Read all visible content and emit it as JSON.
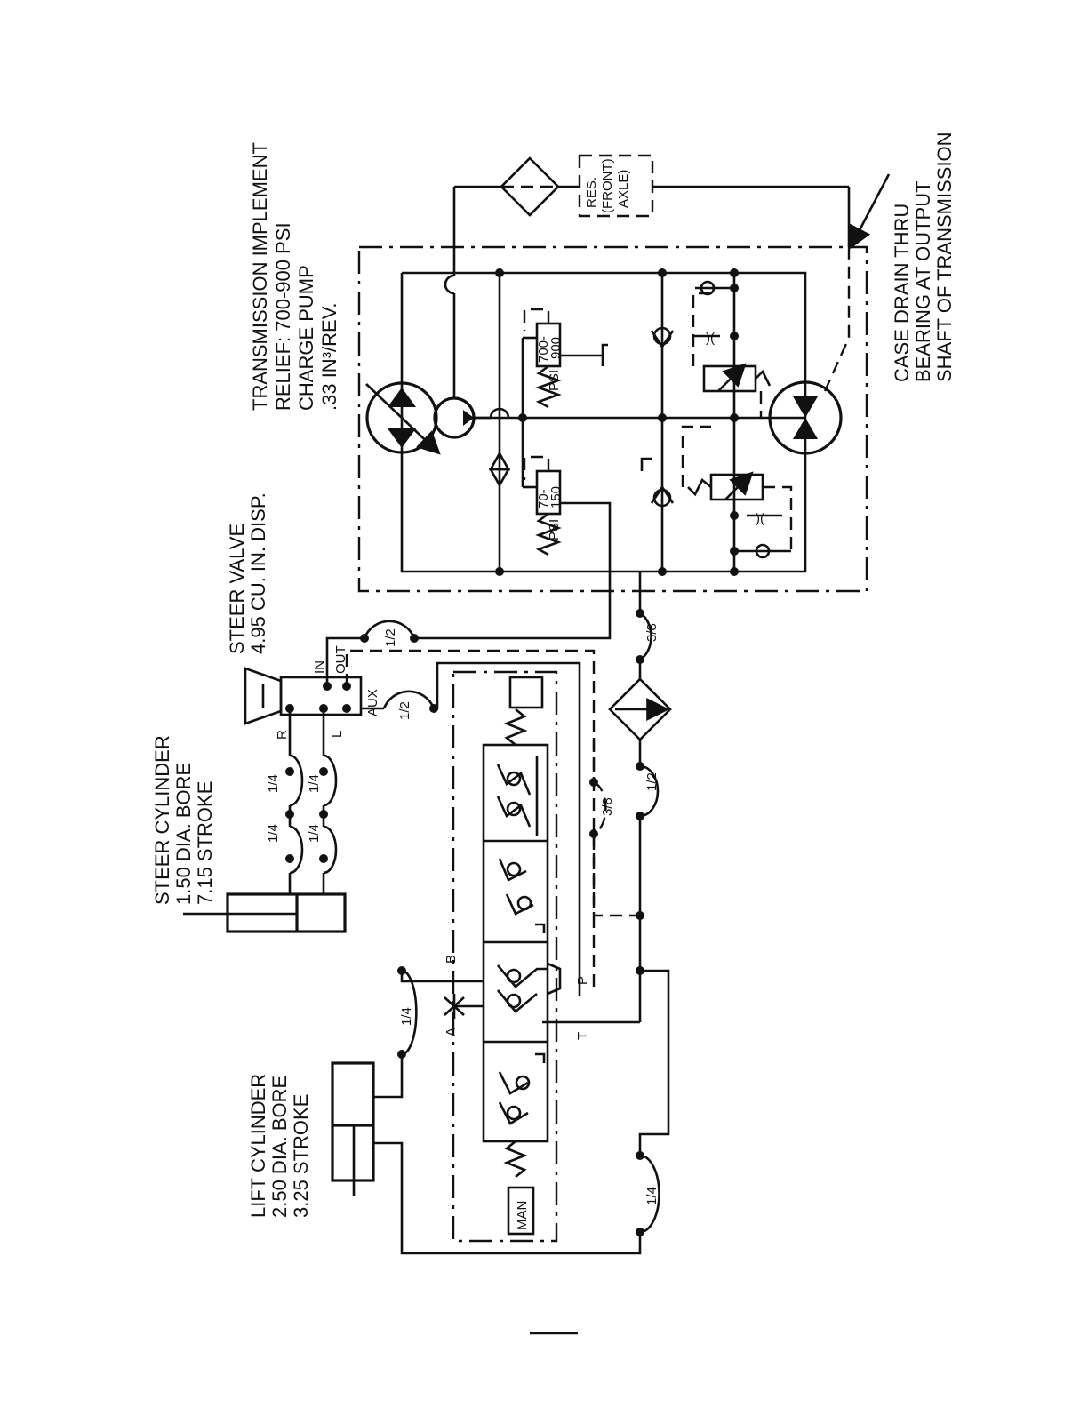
{
  "labels": {
    "transmission": [
      "TRANSMISSION IMPLEMENT",
      "RELIEF: 700-900 PSI",
      "CHARGE  PUMP",
      ".33 IN³/REV."
    ],
    "case_drain": [
      "CASE DRAIN THRU",
      "BEARING AT OUTPUT",
      "SHAFT OF TRANSMISSION"
    ],
    "steer_valve": [
      "STEER VALVE",
      "4.95 CU. IN. DISP."
    ],
    "steer_cylinder": [
      "STEER  CYLINDER",
      "1.50 DIA. BORE",
      "7.15  STROKE"
    ],
    "lift_cylinder": [
      "LIFT CYLINDER",
      "2.50 DIA. BORE",
      "3.25 STROKE"
    ],
    "reservoir": [
      "RES.",
      "(FRONT)",
      "AXLE)"
    ],
    "relief_700": [
      "700-",
      "900",
      "PSI"
    ],
    "relief_70": [
      "70-",
      "150",
      "PSI"
    ],
    "ports": {
      "in": "IN",
      "out": "OUT",
      "aux": "AUX",
      "r": "R",
      "l": "L",
      "a": "A",
      "b": "B",
      "p": "P",
      "t": "T"
    },
    "man": "MAN",
    "sizes": {
      "half_top": "1/2",
      "half_aux": "1/2",
      "half_filter": "1/2",
      "three_eighths_top": "3/8",
      "three_eighths_dashed": "3/8",
      "quarter_1": "1/4",
      "quarter_2": "1/4",
      "quarter_3": "1/4",
      "quarter_4": "1/4",
      "quarter_lift": "1/4",
      "quarter_bottom": "1/4"
    }
  }
}
